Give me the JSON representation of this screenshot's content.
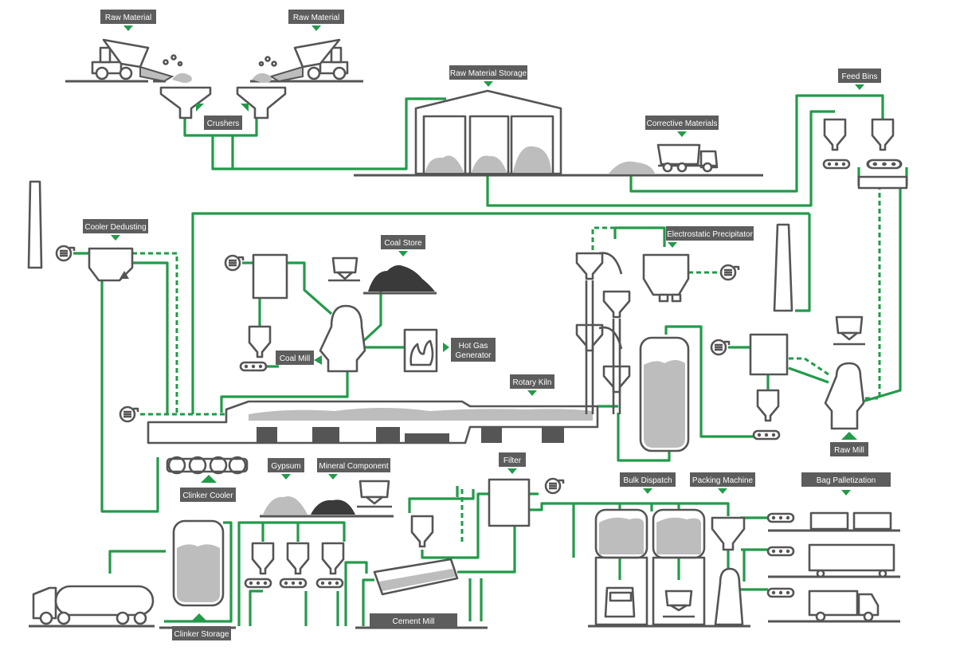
{
  "labels": {
    "raw_material_1": "Raw Material",
    "raw_material_2": "Raw Material",
    "crushers": "Crushers",
    "raw_material_storage": "Raw Material Storage",
    "corrective_materials": "Corrective Materials",
    "feed_bins": "Feed Bins",
    "cooler_dedusting": "Cooler Dedusting",
    "coal_store": "Coal Store",
    "electrostatic_precipitator": "Electrostatic Precipitator",
    "coal_mill": "Coal Mill",
    "hot_gas_generator_1": "Hot Gas",
    "hot_gas_generator_2": "Generator",
    "rotary_kiln": "Rotary Kiln",
    "raw_mill": "Raw Mill",
    "clinker_cooler": "Clinker Cooler",
    "gypsum": "Gypsum",
    "mineral_component": "Mineral Component",
    "filter": "Filter",
    "bulk_dispatch": "Bulk Dispatch",
    "packing_machine": "Packing Machine",
    "bag_palletization": "Bag Palletization",
    "cement_mill": "Cement Mill",
    "clinker_storage": "Clinker Storage"
  },
  "colors": {
    "flow_line": "#239a4a",
    "outline": "#555555",
    "label_bg": "#5d5d5d",
    "material": "#bdbdbd",
    "coal": "#3a3a3a"
  }
}
